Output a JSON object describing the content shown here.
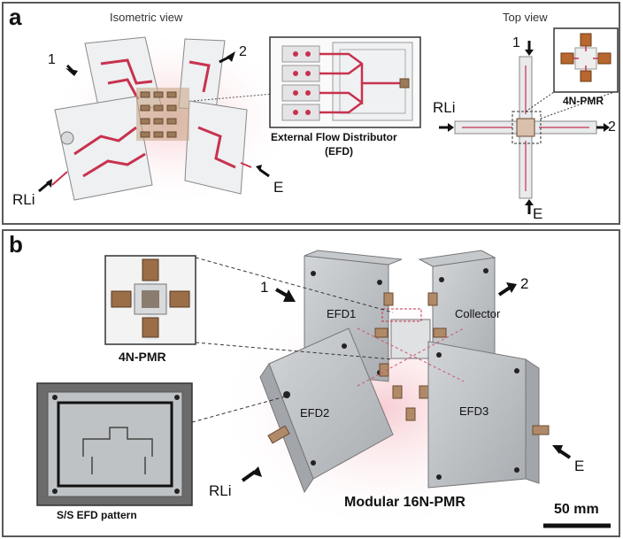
{
  "panel_a": {
    "letter": "a",
    "isometric_title": "Isometric view",
    "top_view_title": "Top view",
    "efd_caption_line1": "External Flow Distributor",
    "efd_caption_line2": "(EFD)",
    "pmr_inset_label": "4N-PMR",
    "iso_labels": {
      "in1": "1",
      "in2": "2",
      "rli": "RLi",
      "e": "E"
    },
    "top_labels": {
      "in1": "1",
      "in2": "2",
      "rli": "RLi",
      "e": "E"
    }
  },
  "panel_b": {
    "letter": "b",
    "pmr_caption": "4N-PMR",
    "ss_caption": "S/S  EFD pattern",
    "device_caption": "Modular 16N-PMR",
    "scale_bar": "50 mm",
    "labels": {
      "in1": "1",
      "in2": "2",
      "rli": "RLi",
      "e": "E",
      "efd1": "EFD1",
      "efd2": "EFD2",
      "efd3": "EFD3",
      "collector": "Collector"
    }
  },
  "colors": {
    "channel": "#c8324e",
    "fitting": "#8a6a4e",
    "metal": "#b8bcc0",
    "glow": "#f5c8cc"
  }
}
